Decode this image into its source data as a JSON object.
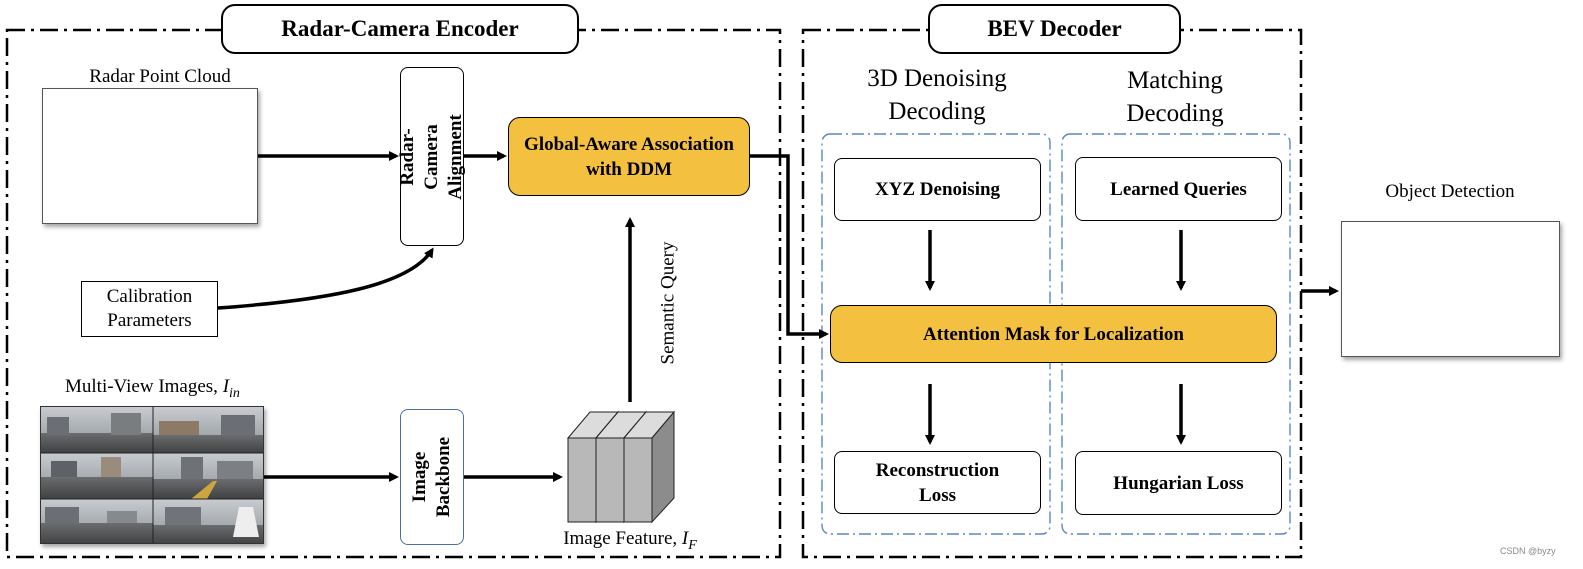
{
  "encoder": {
    "title": "Radar-Camera Encoder",
    "radar_label": "Radar Point Cloud",
    "alignment_label": "Radar-Camera Alignment",
    "calibration_label": "Calibration Parameters",
    "images_label": "Multi-View Images, ",
    "images_symbol": "I",
    "images_subscript": "in",
    "backbone_label": "Image Backbone",
    "feature_label": "Image Feature, ",
    "feature_symbol": "I",
    "feature_subscript": "F",
    "gaa_label": "Global-Aware Association with DDM",
    "semantic_label": "Semantic Query"
  },
  "decoder": {
    "title": "BEV Decoder",
    "denoising_header": "3D Denoising Decoding",
    "matching_header": "Matching Decoding",
    "xyz_label": "XYZ Denoising",
    "queries_label": "Learned Queries",
    "attention_label": "Attention Mask for Localization",
    "recon_label": "Reconstruction Loss",
    "hungarian_label": "Hungarian Loss"
  },
  "output": {
    "detection_label": "Object Detection"
  },
  "watermark": "CSDN @byzy",
  "colors": {
    "accent_yellow": "#f4c040",
    "dash_blue": "#5b87c5",
    "point_green": "#3fa878",
    "point_teal": "#2e8c8c",
    "point_purple": "#3b2a78",
    "point_blue": "#2a3fb5",
    "bbox_orange": "#f0a020"
  },
  "icons": {
    "radar_panel": "radar-point-cloud-plot",
    "camera_grid": "multi-view-camera-images",
    "feature_stack": "feature-map-stack",
    "detection_panel": "detection-result-plot"
  }
}
